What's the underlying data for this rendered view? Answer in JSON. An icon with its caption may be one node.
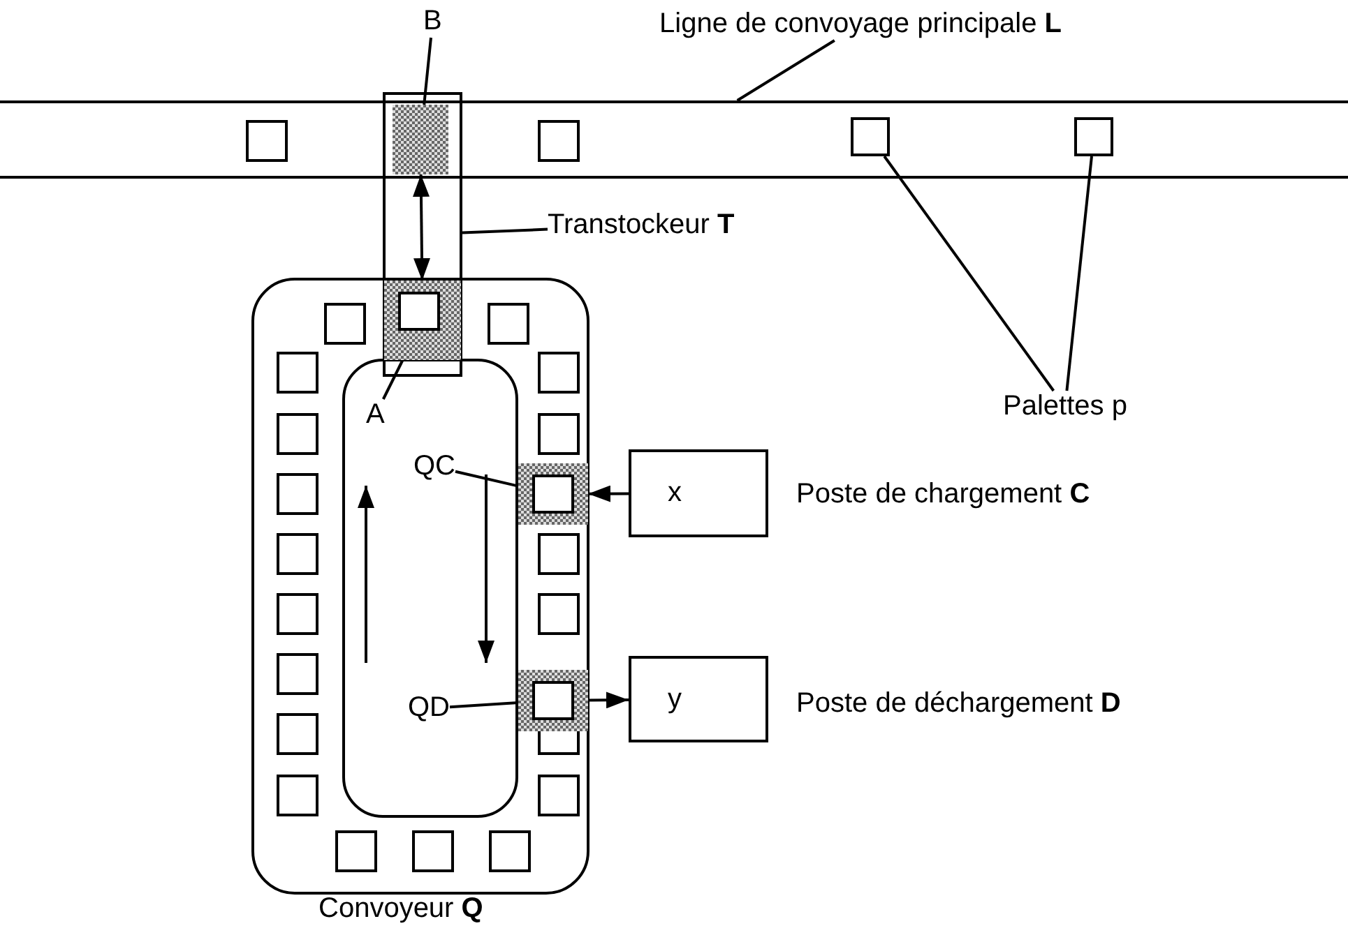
{
  "diagram": {
    "nodes": [
      {
        "text": [
          "B"
        ]
      },
      {
        "text": [],
        "shape": "box"
      },
      {
        "text": [
          "Ligne de convoyage principale **L**"
        ]
      },
      {
        "text": [],
        "shape": "bar"
      },
      {
        "text": [
          "Transtockeur **T**"
        ]
      },
      {
        "text": [],
        "shape": "box"
      },
      {
        "text": [
          "Palettes p"
        ]
      },
      {
        "text": [],
        "shape": "box",
        "in": 3
      },
      {
        "text": [],
        "shape": "box",
        "in": 3
      },
      {
        "text": [
          "A"
        ]
      },
      {
        "text": [],
        "shape": "box",
        "in": 5
      },
      {
        "text": [
          "QC"
        ]
      },
      {
        "text": [],
        "shape": "box"
      },
      {
        "text": [
          "QD"
        ]
      },
      {
        "text": [],
        "shape": "box"
      },
      {
        "text": [
          "x"
        ],
        "beside": [
          "Poste de chargement **C**"
        ]
      },
      {
        "text": [
          "y"
        ],
        "beside": [
          "Poste de déchargement **D**"
        ]
      }
    ],
    "edges": [
      {
        "from": 0,
        "to": 1,
        "arrow": "none"
      },
      {
        "from": 2,
        "to": 3,
        "arrow": "none"
      },
      {
        "from": 4,
        "to": 5,
        "arrow": "none"
      },
      {
        "from": 6,
        "to": 7,
        "arrow": "none"
      },
      {
        "from": 6,
        "to": 8,
        "arrow": "none"
      },
      {
        "from": 9,
        "to": 10,
        "arrow": "none"
      },
      {
        "from": 11,
        "to": 12,
        "arrow": "none"
      },
      {
        "from": 13,
        "to": 14,
        "arrow": "none"
      },
      {
        "from": 15,
        "to": 12,
        "arrow": "to"
      },
      {
        "from": 14,
        "to": 16,
        "arrow": "to"
      },
      {
        "from": 1,
        "to": 10,
        "arrow": "both"
      }
    ],
    "labels": [
      "Convoyeur **Q**"
    ]
  }
}
